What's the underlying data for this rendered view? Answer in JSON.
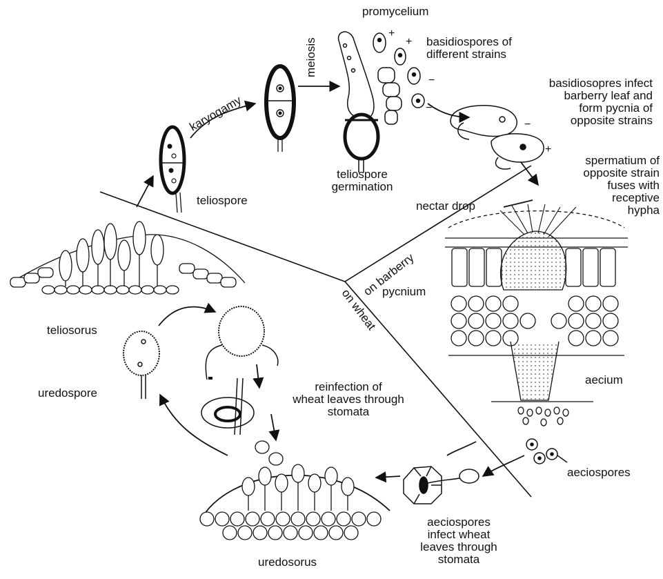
{
  "labels": {
    "promycelium": "promycelium",
    "basidiospores_strains": "basidiospores of\ndifferent strains",
    "meiosis": "meiosis",
    "karyogamy": "karyogamy",
    "teliospore": "teliospore",
    "teliospore_germination": "teliospore\ngermination",
    "basidiospores_infect": "basidiosopres infect\nbarberry leaf and\nform pycnia of\nopposite strains",
    "spermatium": "spermatium of\nopposite strain\nfuses with\nreceptive\nhypha",
    "nectar_drop": "nectar drop",
    "on_barberry": "on barberry",
    "pycnium": "pycnium",
    "on_wheat": "on wheat",
    "teliosorus": "teliosorus",
    "uredospore": "uredospore",
    "reinfection": "reinfection of\nwheat leaves through\nstomata",
    "aecium": "aecium",
    "aeciospores": "aeciospores",
    "aeciospores_infect": "aeciospores\ninfect wheat\nleaves through\nstomata",
    "uredosorus": "uredosorus"
  },
  "signs": {
    "plus": "+",
    "minus": "−"
  }
}
